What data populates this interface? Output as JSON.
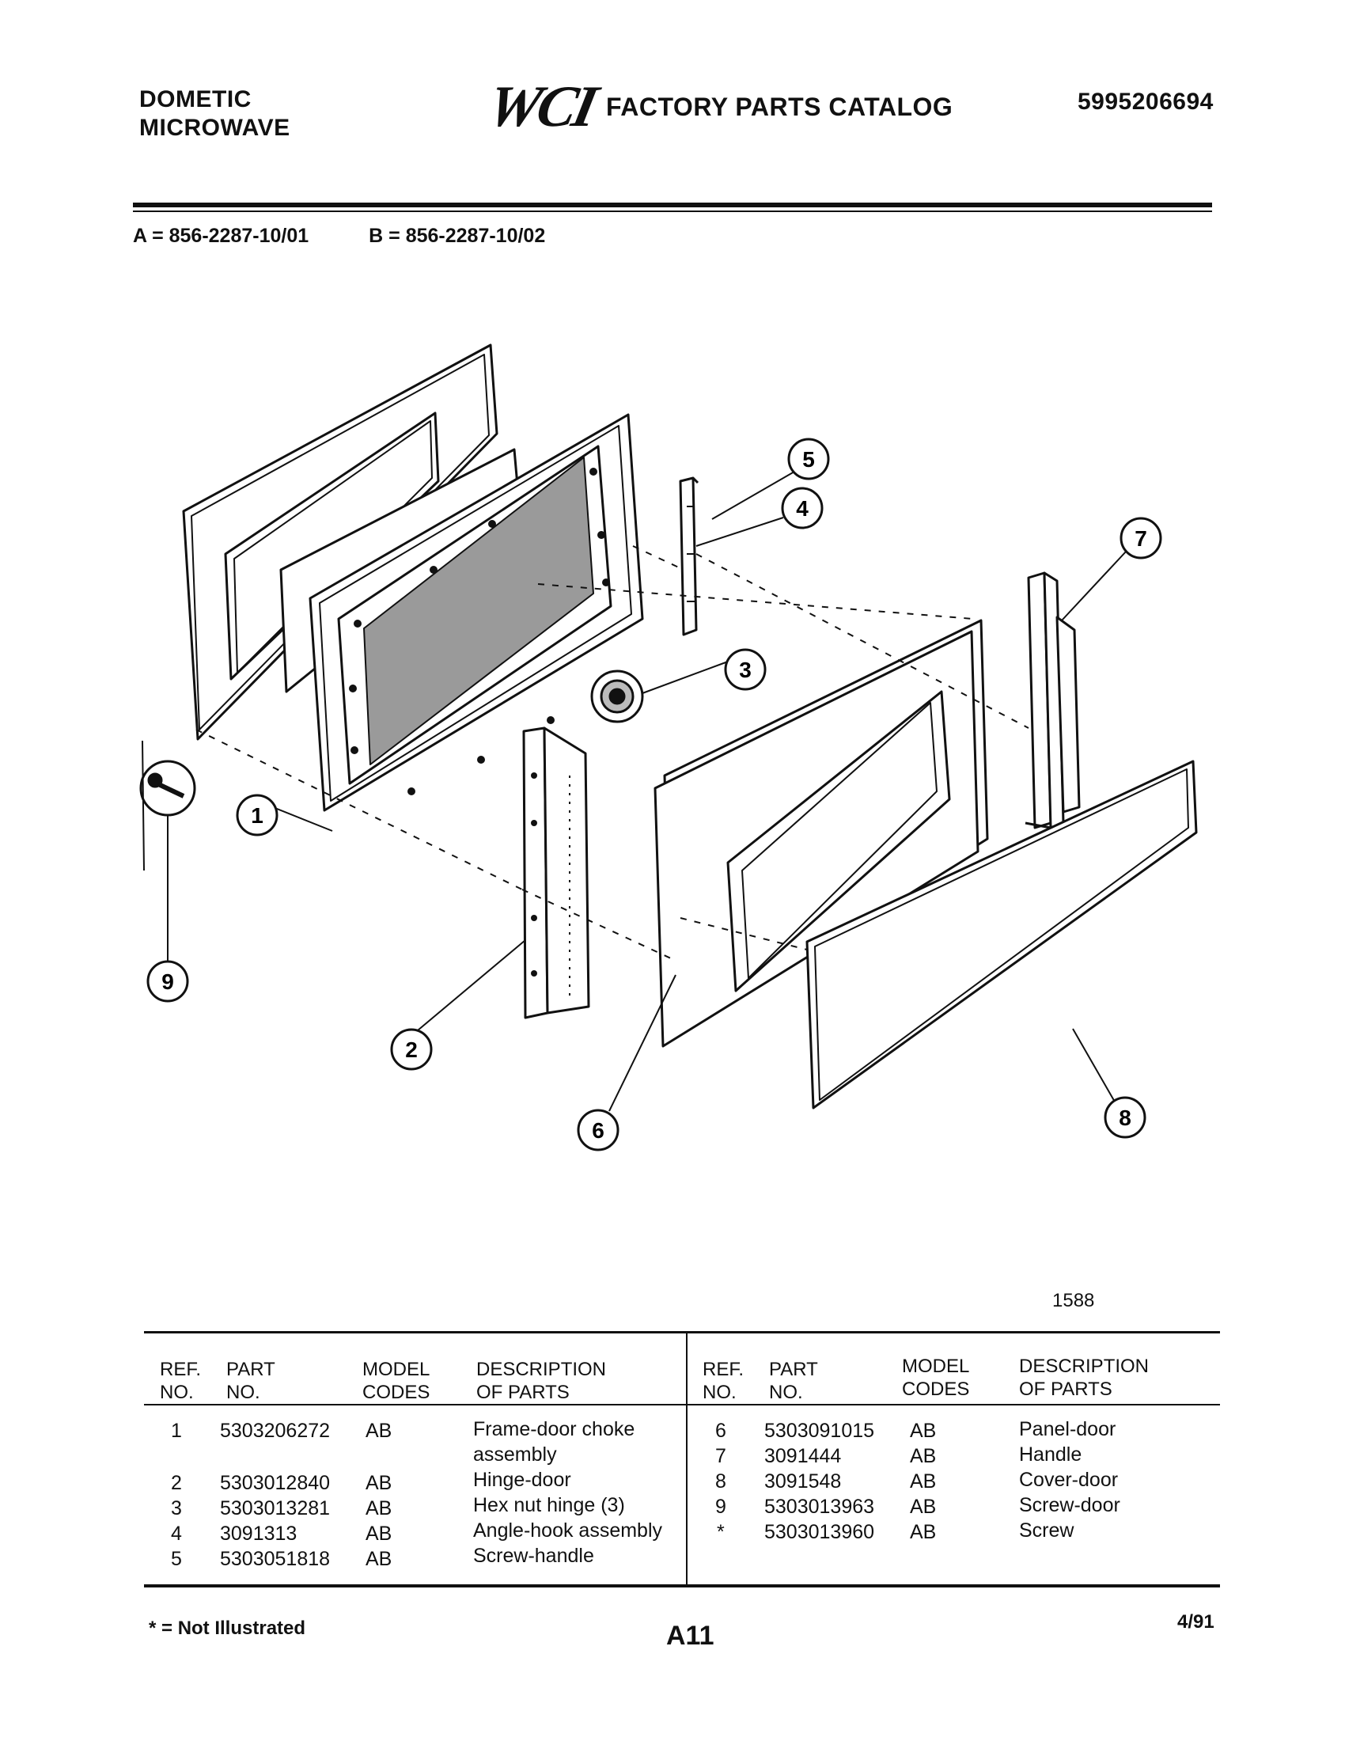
{
  "header": {
    "brand_line1": "DOMETIC",
    "brand_line2": "MICROWAVE",
    "logo_text": "WCI",
    "catalog_title": "FACTORY PARTS CATALOG",
    "catalog_number": "5995206694"
  },
  "models": {
    "a": "A = 856-2287-10/01",
    "b": "B = 856-2287-10/02"
  },
  "diagram": {
    "callouts": [
      "1",
      "2",
      "3",
      "4",
      "5",
      "6",
      "7",
      "8",
      "9"
    ],
    "figure_number": "1588"
  },
  "table": {
    "headers": {
      "ref_1": "REF.",
      "ref_2": "NO.",
      "part_1": "PART",
      "part_2": "NO.",
      "model_1": "MODEL",
      "model_2": "CODES",
      "desc_1": "DESCRIPTION",
      "desc_2": "OF PARTS"
    },
    "left_rows": [
      {
        "ref": "1",
        "part": "5303206272",
        "codes": "AB",
        "desc": "Frame-door choke",
        "desc_cont": "assembly"
      },
      {
        "ref": "2",
        "part": "5303012840",
        "codes": "AB",
        "desc": "Hinge-door"
      },
      {
        "ref": "3",
        "part": "5303013281",
        "codes": "AB",
        "desc": "Hex nut hinge (3)"
      },
      {
        "ref": "4",
        "part": "3091313",
        "codes": "AB",
        "desc": "Angle-hook assembly"
      },
      {
        "ref": "5",
        "part": "5303051818",
        "codes": "AB",
        "desc": "Screw-handle"
      }
    ],
    "right_rows": [
      {
        "ref": "6",
        "part": "5303091015",
        "codes": "AB",
        "desc": "Panel-door"
      },
      {
        "ref": "7",
        "part": "3091444",
        "codes": "AB",
        "desc": "Handle"
      },
      {
        "ref": "8",
        "part": "3091548",
        "codes": "AB",
        "desc": "Cover-door"
      },
      {
        "ref": "9",
        "part": "5303013963",
        "codes": "AB",
        "desc": "Screw-door"
      },
      {
        "ref": "*",
        "part": "5303013960",
        "codes": "AB",
        "desc": "Screw"
      }
    ]
  },
  "footer": {
    "legend": "* = Not Illustrated",
    "page": "A11",
    "date": "4/91"
  }
}
